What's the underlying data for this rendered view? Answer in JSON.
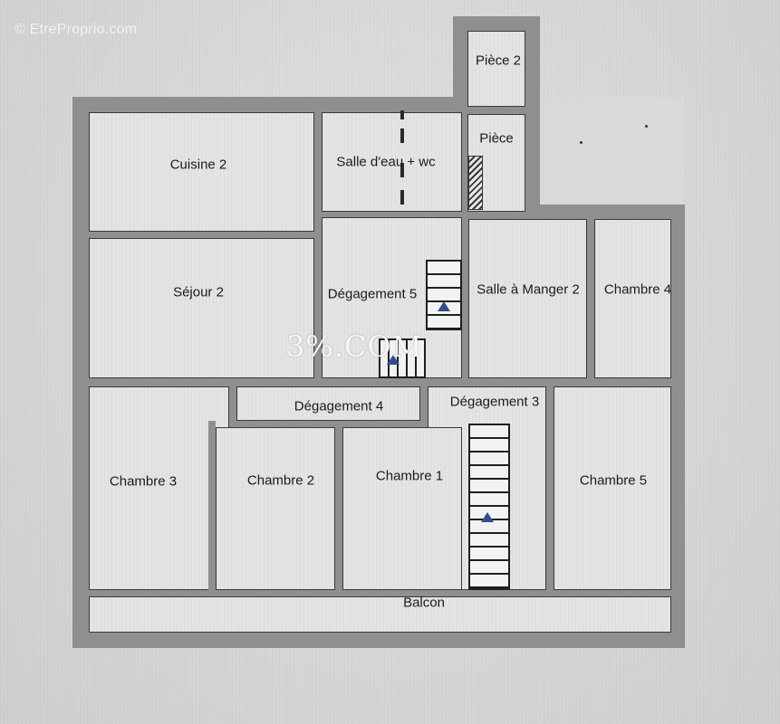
{
  "watermark": "© EtreProprio.com",
  "overlay_mark": "3%.COM",
  "rooms": {
    "piece2": "Pièce 2",
    "piece": "Pièce",
    "cuisine2": "Cuisine 2",
    "salle_eau": "Salle d'eau + wc",
    "sejour2": "Séjour 2",
    "degagement5": "Dégagement 5",
    "salle_manger2": "Salle à Manger 2",
    "chambre4": "Chambre 4",
    "degagement4": "Dégagement 4",
    "degagement3": "Dégagement 3",
    "chambre3": "Chambre 3",
    "chambre2": "Chambre 2",
    "chambre1": "Chambre 1",
    "chambre5": "Chambre 5",
    "balcon": "Balcon"
  },
  "colors": {
    "wall": "#8f8f8f",
    "room_fill": "#e4e4e4",
    "stair_arrow": "#2f4f8a"
  }
}
